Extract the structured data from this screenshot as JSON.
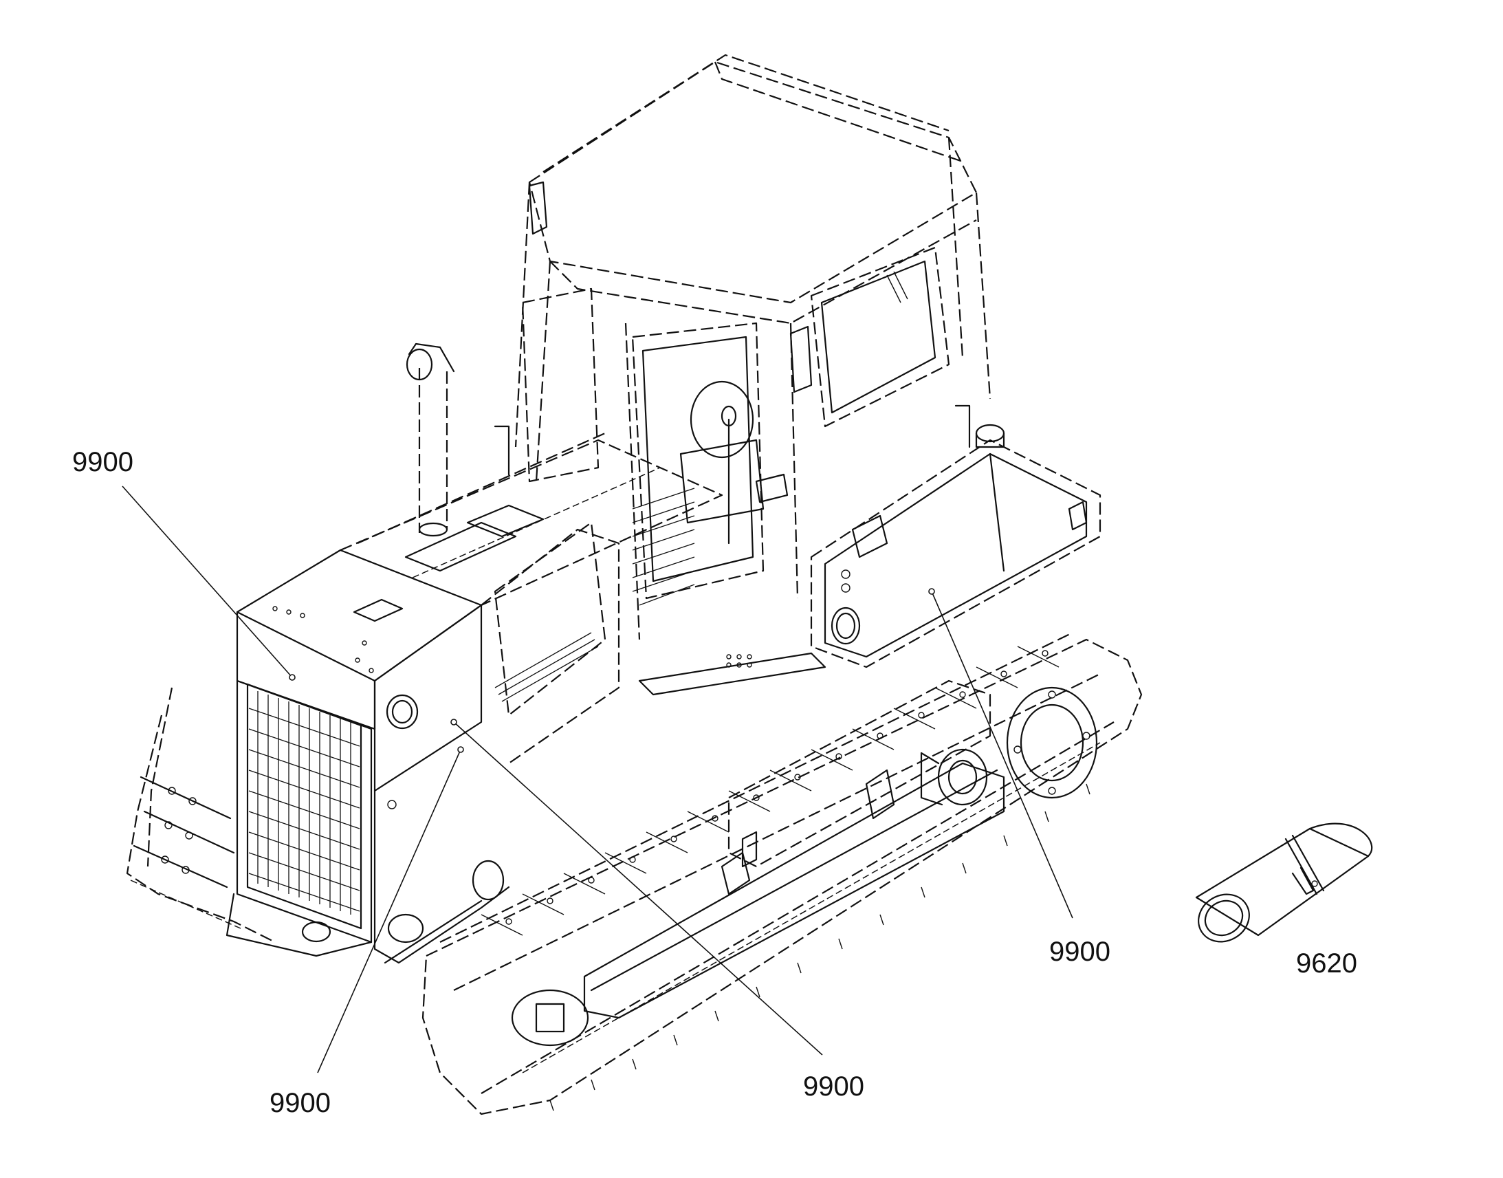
{
  "callouts": [
    {
      "id": "c1",
      "label": "9900"
    },
    {
      "id": "c2",
      "label": "9900"
    },
    {
      "id": "c3",
      "label": "9900"
    },
    {
      "id": "c4",
      "label": "9900"
    },
    {
      "id": "c5",
      "label": "9620"
    }
  ]
}
